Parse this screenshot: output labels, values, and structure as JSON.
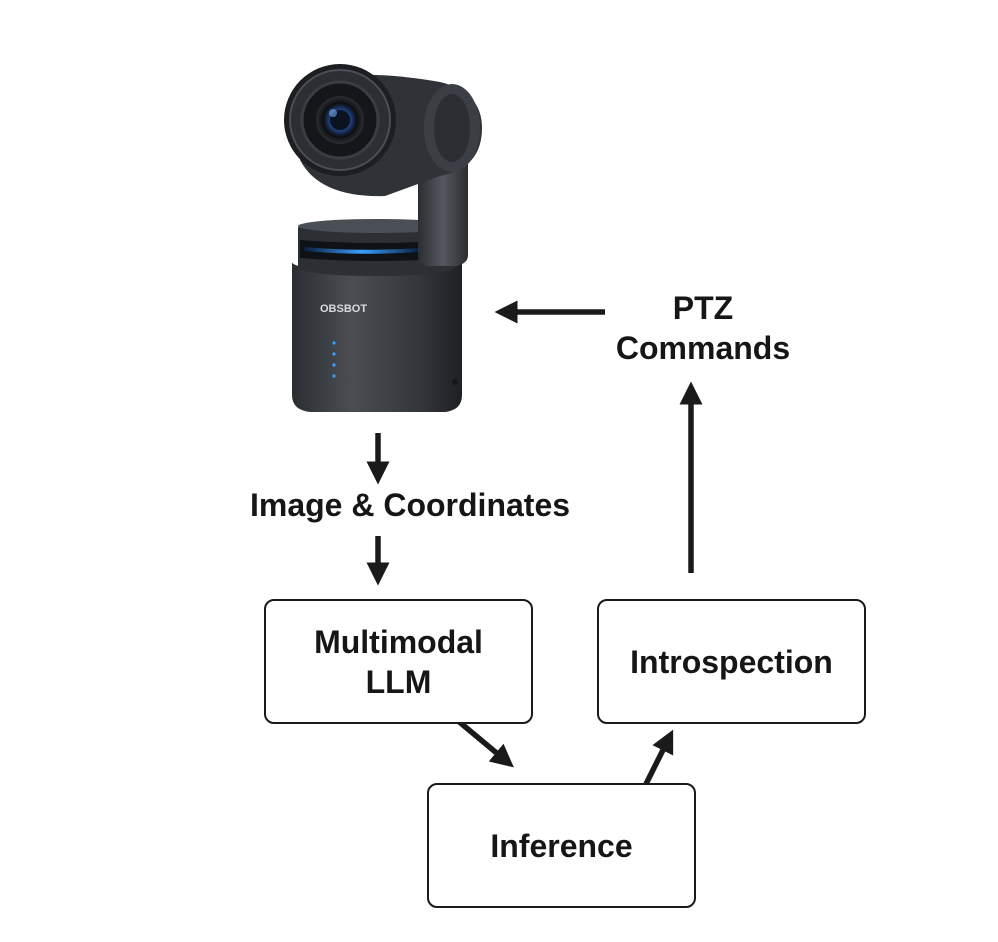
{
  "camera": {
    "brand_text": "OBSBOT",
    "icon": "ptz-camera-icon",
    "colors": {
      "body": "#3a3d42",
      "body_dark": "#23262a",
      "accent_light": "#3aa0ff",
      "lens_blue": "#2a5db8"
    }
  },
  "labels": {
    "ptz_line1": "PTZ",
    "ptz_line2": "Commands",
    "image_coordinates": "Image & Coordinates"
  },
  "boxes": {
    "multimodal_line1": "Multimodal",
    "multimodal_line2": "LLM",
    "introspection": "Introspection",
    "inference": "Inference"
  },
  "colors": {
    "stroke": "#1a1a1a",
    "text": "#161616",
    "background": "#ffffff"
  }
}
